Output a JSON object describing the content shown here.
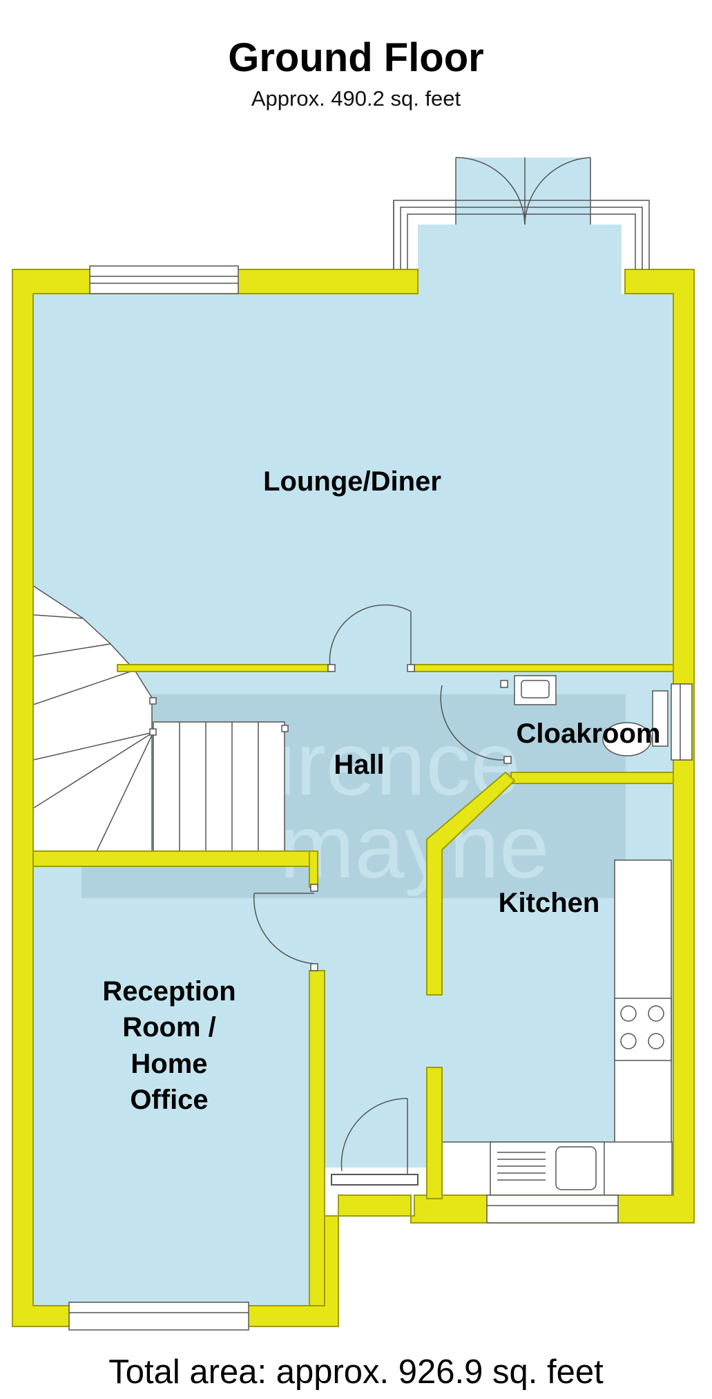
{
  "header": {
    "title": "Ground Floor",
    "subtitle": "Approx. 490.2 sq. feet"
  },
  "footer": {
    "total_area": "Total area: approx. 926.9 sq. feet"
  },
  "rooms": {
    "lounge_diner": "Lounge/Diner",
    "hall": "Hall",
    "cloakroom": "Cloakroom",
    "kitchen": "Kitchen",
    "reception_line1": "Reception",
    "reception_line2": "Room /",
    "reception_line3": "Home",
    "reception_line4": "Office"
  },
  "watermark": {
    "line1": "laurence",
    "line2": "mayne"
  },
  "colors": {
    "wall": "#e6e617",
    "floor": "#c3e4ef",
    "watermark_box": "#a9ccd8"
  }
}
